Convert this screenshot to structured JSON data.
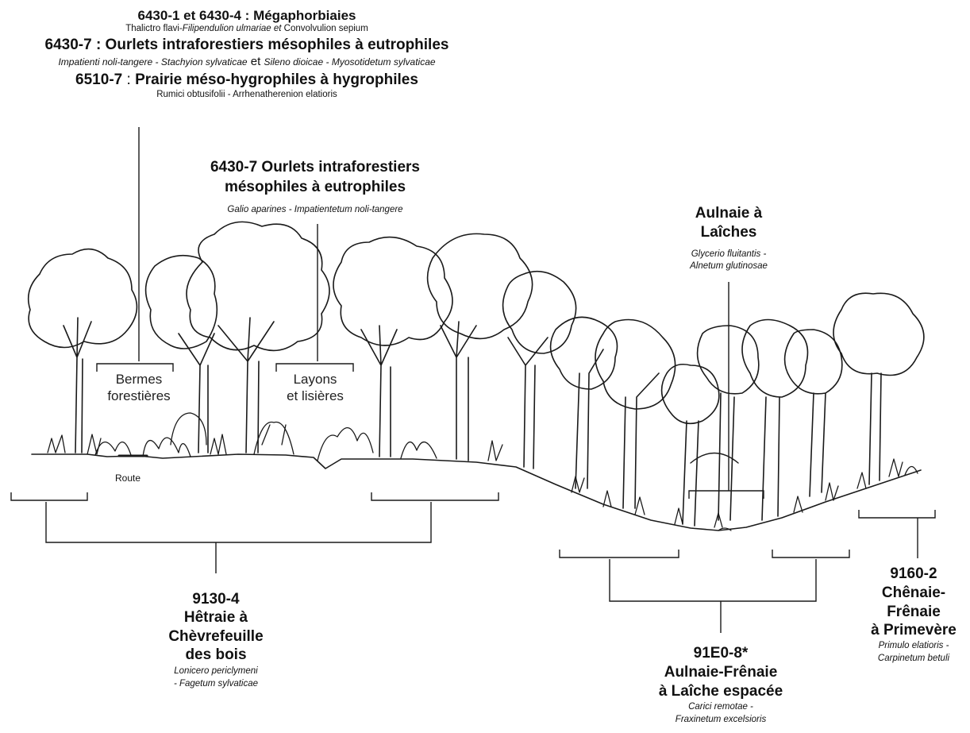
{
  "top_header": {
    "line1_code": "6430-1 et 6430-4",
    "line1_sep": " : ",
    "line1_name": "Mégaphorbiaies",
    "line2_a": "Thalictro flavi-",
    "line2_b": "Filipendulion ulmariae et",
    "line2_c": "Convolvulion sepium",
    "line3": "6430-7 : Ourlets intraforestiers mésophiles à eutrophiles",
    "line4_a": "Impatienti noli-tangere - Stachyion sylvaticae",
    "line4_b": " et ",
    "line4_c": "Sileno dioicae - Myosotidetum sylvaticae",
    "line5_code": "6510-7",
    "line5_sep": " : ",
    "line5_name": "Prairie méso-hygrophiles à hygrophiles",
    "line6": "Rumici obtusifolii - Arrhenatherenion elatioris"
  },
  "ourlets": {
    "title_line1": "6430-7 Ourlets intraforestiers",
    "title_line2": "mésophiles à eutrophiles",
    "sub": "Galio aparines - Impatientetum noli-tangere"
  },
  "aulnaie_laiches": {
    "title_line1": "Aulnaie à",
    "title_line2": "Laîches",
    "sub_line1": "Glycerio fluitantis -",
    "sub_line2": "Alnetum glutinosae"
  },
  "places": {
    "bermes_line1": "Bermes",
    "bermes_line2": "forestières",
    "layons_line1": "Layons",
    "layons_line2": "et lisières",
    "route": "Route"
  },
  "hetraie": {
    "code": "9130-4",
    "name_line1": "Hêtraie à",
    "name_line2": "Chèvrefeuille",
    "name_line3": "des bois",
    "sub_line1": "Lonicero periclymeni",
    "sub_line2": "- Fagetum sylvaticae"
  },
  "aulnaie_frenaie": {
    "code": "91E0-8*",
    "name_line1": "Aulnaie-Frênaie",
    "name_line2": "à Laîche espacée",
    "sub_line1": "Carici remotae -",
    "sub_line2": "Fraxinetum excelsioris"
  },
  "chenaie": {
    "code": "9160-2",
    "name_line1": "Chênaie-",
    "name_line2": "Frênaie",
    "name_line3": "à Primevère",
    "sub_line1": "Primulo elatioris -",
    "sub_line2": "Carpinetum betuli"
  }
}
